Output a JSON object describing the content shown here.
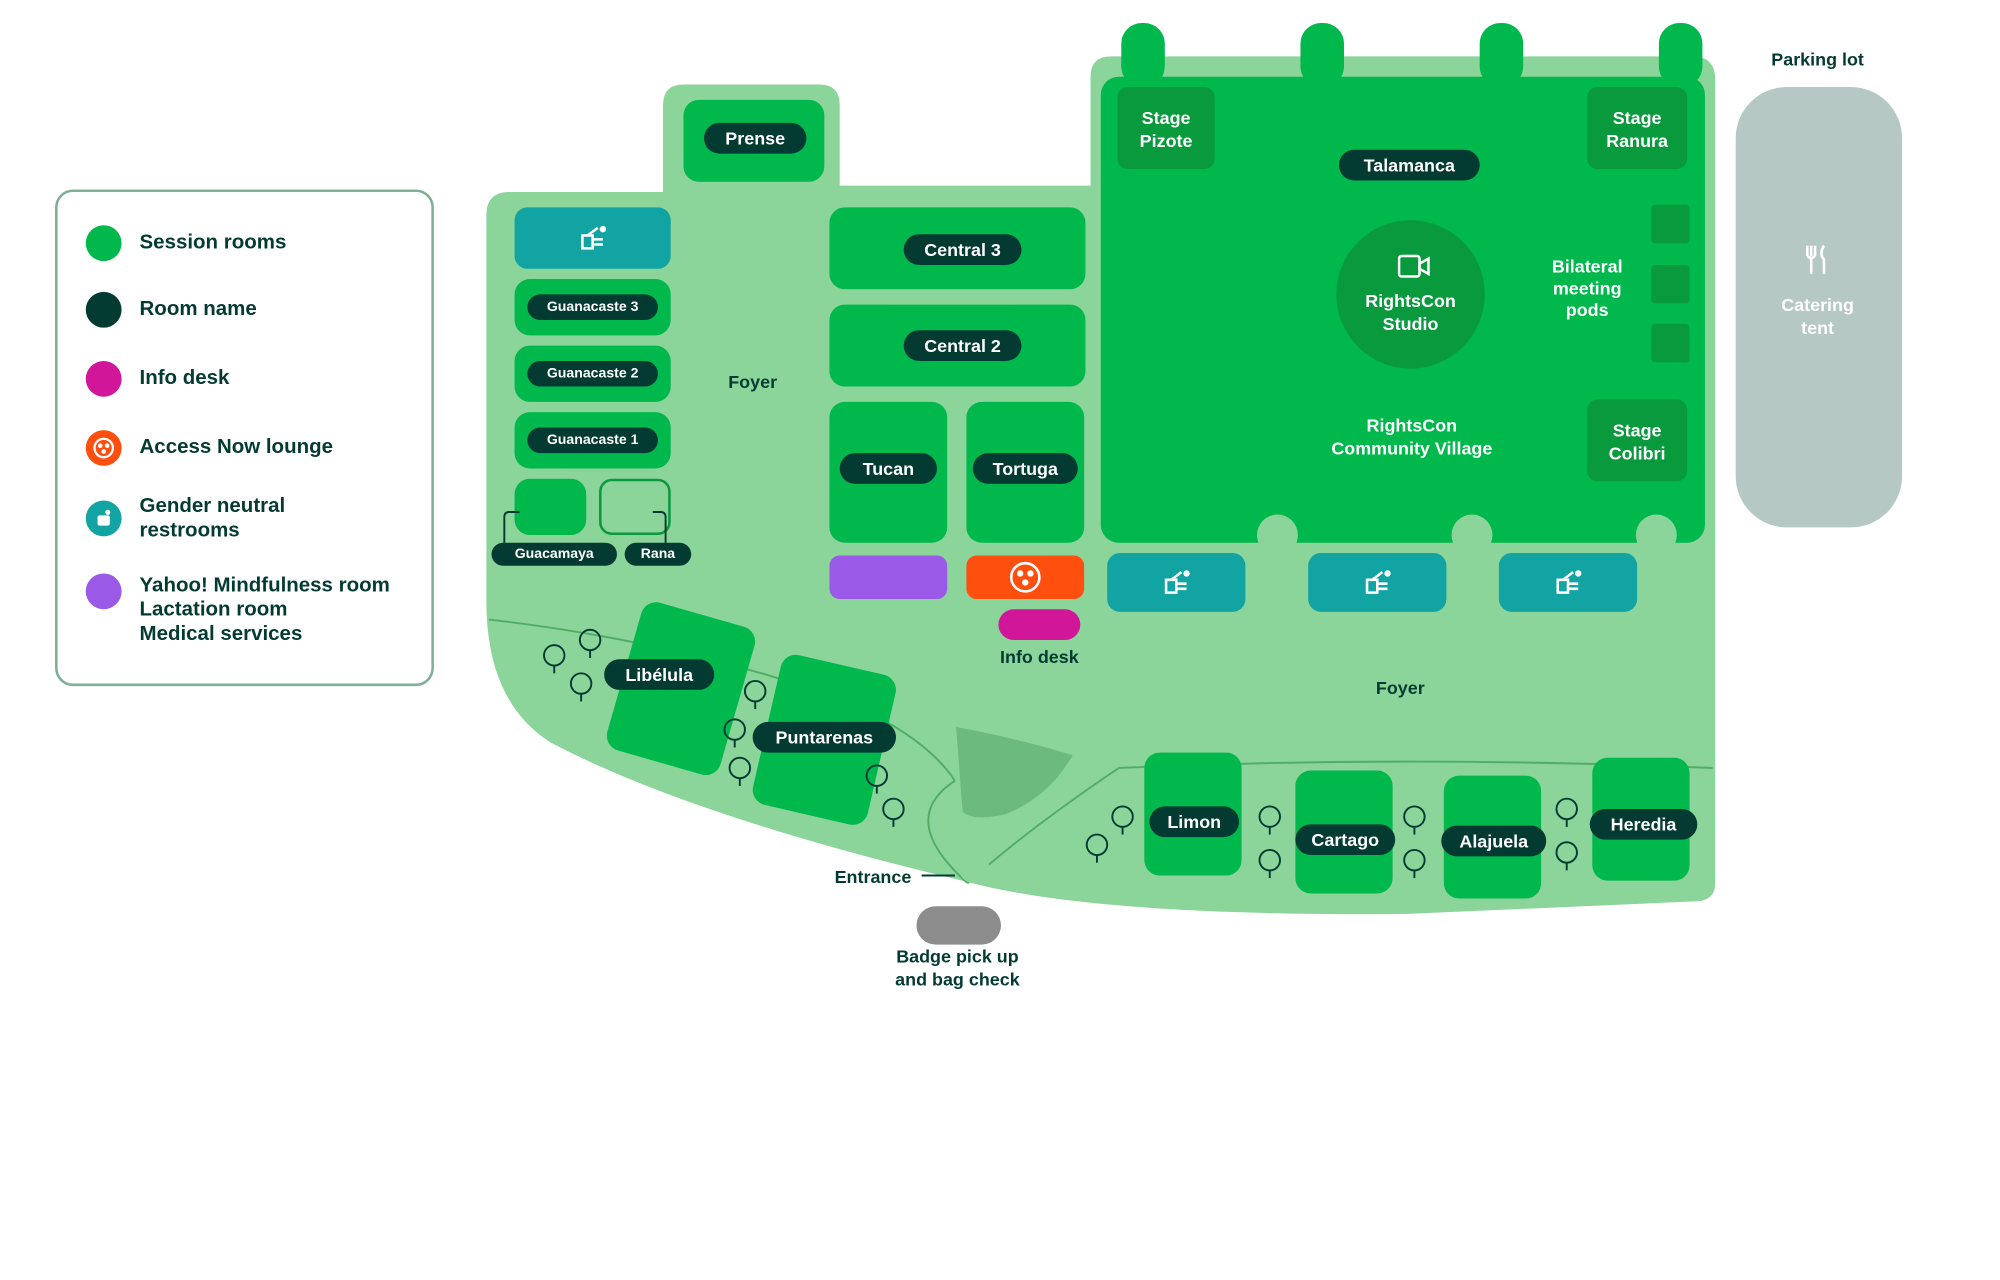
{
  "legend": {
    "items": [
      {
        "label": "Session rooms",
        "color": "#00b84c",
        "icon": "solid-dot"
      },
      {
        "label": "Room name",
        "color": "#033b32",
        "icon": "solid-dot"
      },
      {
        "label": "Info desk",
        "color": "#d1169a",
        "icon": "solid-dot"
      },
      {
        "label": "Access Now lounge",
        "color": "#ff4f0f",
        "icon": "lounge-icon"
      },
      {
        "label": "Gender neutral restrooms",
        "color": "#12a3a3",
        "icon": "restroom-icon"
      },
      {
        "label": "Yahoo! Mindfulness room",
        "color": "#9b59e8",
        "icon": "solid-dot"
      }
    ],
    "purple_extra_lines": [
      "Lactation room",
      "Medical services"
    ]
  },
  "rooms": {
    "prense": "Prense",
    "guanacaste3": "Guanacaste 3",
    "guanacaste2": "Guanacaste 2",
    "guanacaste1": "Guanacaste 1",
    "guacamaya": "Guacamaya",
    "rana": "Rana",
    "central3": "Central 3",
    "central2": "Central 2",
    "tucan": "Tucan",
    "tortuga": "Tortuga",
    "talamanca": "Talamanca",
    "libelula": "Libélula",
    "puntarenas": "Puntarenas",
    "limon": "Limon",
    "cartago": "Cartago",
    "alajuela": "Alajuela",
    "heredia": "Heredia"
  },
  "stages": {
    "pizote": [
      "Stage",
      "Pizote"
    ],
    "ranura": [
      "Stage",
      "Ranura"
    ],
    "colibri": [
      "Stage",
      "Colibri"
    ]
  },
  "areas": {
    "foyer_left": "Foyer",
    "foyer_bottom": "Foyer",
    "studio": [
      "RightsCon",
      "Studio"
    ],
    "village": [
      "RightsCon",
      "Community Village"
    ],
    "bilateral": [
      "Bilateral",
      "meeting",
      "pods"
    ],
    "info_desk": "Info desk",
    "entrance": "Entrance",
    "badge": [
      "Badge pick up",
      "and bag check"
    ],
    "parking": "Parking lot",
    "catering": [
      "Catering",
      "tent"
    ]
  },
  "colors": {
    "floor": "#8bd49a",
    "session": "#00b84c",
    "room_name": "#033b32",
    "info_desk": "#d1169a",
    "lounge": "#ff4f0f",
    "restroom": "#12a3a3",
    "mindfulness": "#9b59e8",
    "catering": "#b6c8c3",
    "badge": "#8c8c8c"
  }
}
